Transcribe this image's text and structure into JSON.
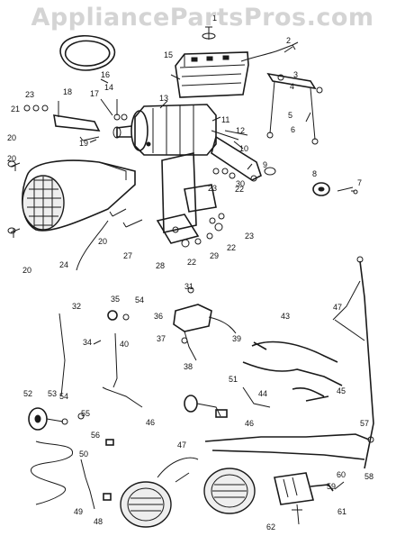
{
  "watermark": "AppliancePartsPros.com",
  "callouts": [
    {
      "id": "c1",
      "text": "1"
    },
    {
      "id": "c2",
      "text": "2"
    },
    {
      "id": "c3",
      "text": "3"
    },
    {
      "id": "c4",
      "text": "4"
    },
    {
      "id": "c5",
      "text": "5"
    },
    {
      "id": "c6",
      "text": "6"
    },
    {
      "id": "c7",
      "text": "7"
    },
    {
      "id": "c8",
      "text": "8"
    },
    {
      "id": "c9",
      "text": "9"
    },
    {
      "id": "c10",
      "text": "10"
    },
    {
      "id": "c11",
      "text": "11"
    },
    {
      "id": "c12",
      "text": "12"
    },
    {
      "id": "c13",
      "text": "13"
    },
    {
      "id": "c14",
      "text": "14"
    },
    {
      "id": "c15",
      "text": "15"
    },
    {
      "id": "c16",
      "text": "16"
    },
    {
      "id": "c17",
      "text": "17"
    },
    {
      "id": "c18",
      "text": "18"
    },
    {
      "id": "c19",
      "text": "19"
    },
    {
      "id": "c20a",
      "text": "20"
    },
    {
      "id": "c20b",
      "text": "20"
    },
    {
      "id": "c20c",
      "text": "20"
    },
    {
      "id": "c20d",
      "text": "20"
    },
    {
      "id": "c21",
      "text": "21"
    },
    {
      "id": "c22a",
      "text": "22"
    },
    {
      "id": "c22b",
      "text": "22"
    },
    {
      "id": "c22c",
      "text": "22"
    },
    {
      "id": "c23a",
      "text": "23"
    },
    {
      "id": "c23b",
      "text": "23"
    },
    {
      "id": "c23c",
      "text": "23"
    },
    {
      "id": "c24",
      "text": "24"
    },
    {
      "id": "c27",
      "text": "27"
    },
    {
      "id": "c28",
      "text": "28"
    },
    {
      "id": "c29",
      "text": "29"
    },
    {
      "id": "c30",
      "text": "30"
    },
    {
      "id": "c31",
      "text": "31"
    },
    {
      "id": "c32",
      "text": "32"
    },
    {
      "id": "c34",
      "text": "34"
    },
    {
      "id": "c35",
      "text": "35"
    },
    {
      "id": "c36",
      "text": "36"
    },
    {
      "id": "c37",
      "text": "37"
    },
    {
      "id": "c38",
      "text": "38"
    },
    {
      "id": "c39",
      "text": "39"
    },
    {
      "id": "c40",
      "text": "40"
    },
    {
      "id": "c43",
      "text": "43"
    },
    {
      "id": "c44",
      "text": "44"
    },
    {
      "id": "c45",
      "text": "45"
    },
    {
      "id": "c46a",
      "text": "46"
    },
    {
      "id": "c46b",
      "text": "46"
    },
    {
      "id": "c47a",
      "text": "47"
    },
    {
      "id": "c47b",
      "text": "47"
    },
    {
      "id": "c48",
      "text": "48"
    },
    {
      "id": "c49",
      "text": "49"
    },
    {
      "id": "c50",
      "text": "50"
    },
    {
      "id": "c51",
      "text": "51"
    },
    {
      "id": "c52",
      "text": "52"
    },
    {
      "id": "c53",
      "text": "53"
    },
    {
      "id": "c54a",
      "text": "54"
    },
    {
      "id": "c54b",
      "text": "54"
    },
    {
      "id": "c55",
      "text": "55"
    },
    {
      "id": "c56",
      "text": "56"
    },
    {
      "id": "c57",
      "text": "57"
    },
    {
      "id": "c58",
      "text": "58"
    },
    {
      "id": "c59",
      "text": "59"
    },
    {
      "id": "c60",
      "text": "60"
    },
    {
      "id": "c61",
      "text": "61"
    },
    {
      "id": "c62",
      "text": "62"
    }
  ]
}
